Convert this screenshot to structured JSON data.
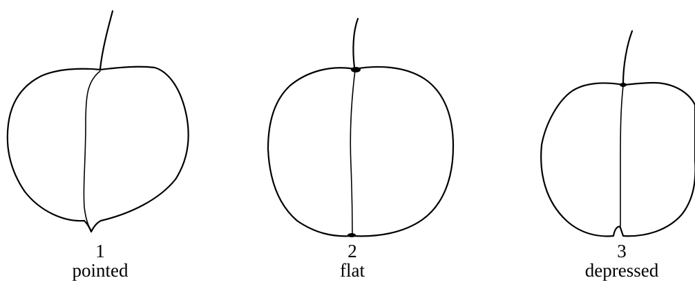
{
  "figure": {
    "fruits": [
      {
        "number": "1",
        "name": "pointed"
      },
      {
        "number": "2",
        "name": "flat"
      },
      {
        "number": "3",
        "name": "depressed"
      }
    ]
  }
}
